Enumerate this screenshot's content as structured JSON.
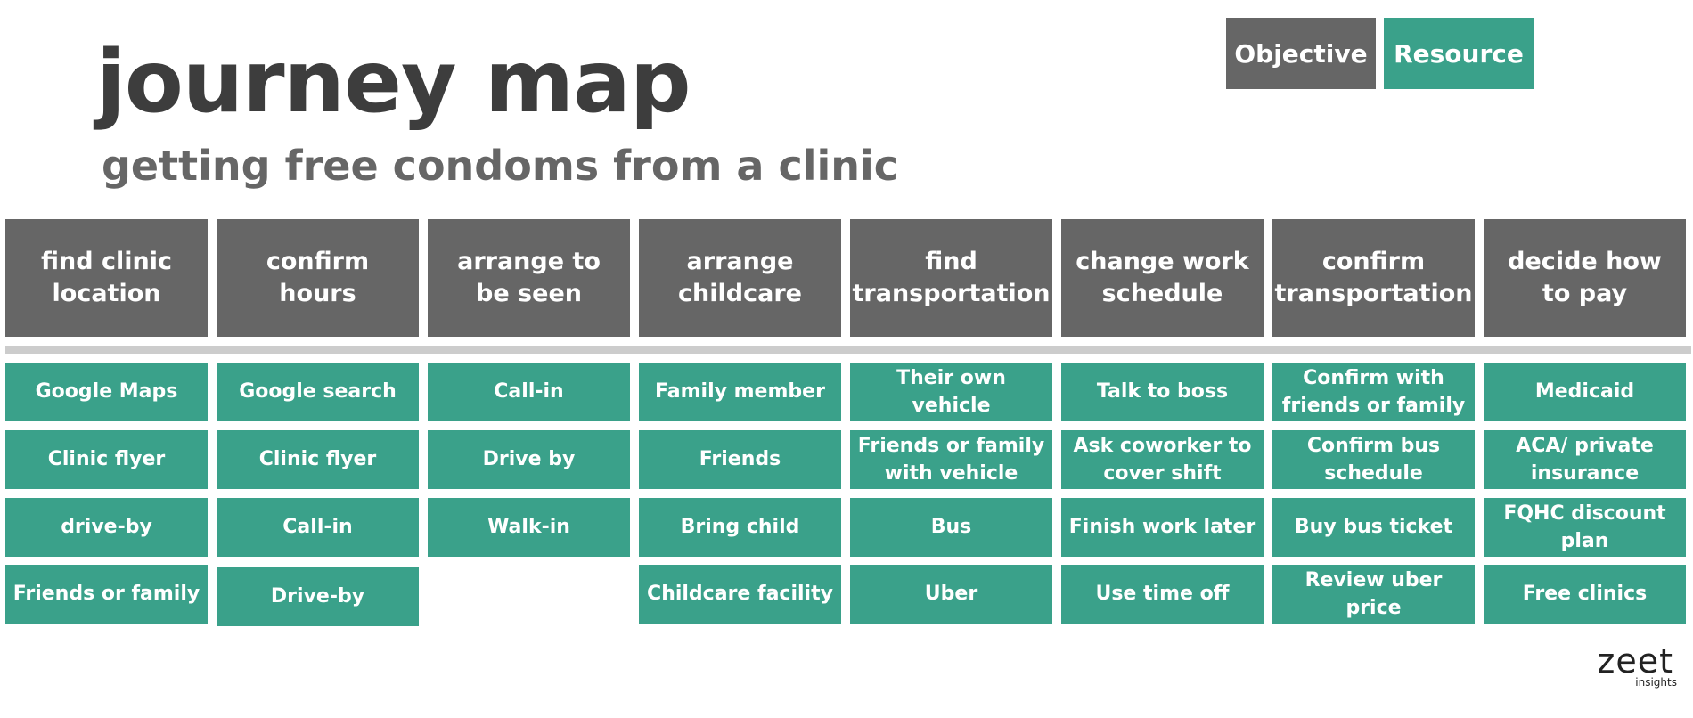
{
  "header": {
    "title": "journey map",
    "subtitle": "getting free condoms from a clinic"
  },
  "legend": {
    "objective_label": "Objective",
    "resource_label": "Resource",
    "objective_color": "#666666",
    "resource_color": "#3aa18a"
  },
  "stages": [
    {
      "label": "find clinic location",
      "resources": [
        "Google Maps",
        "Clinic flyer",
        "drive-by",
        "Friends or family"
      ]
    },
    {
      "label": "confirm hours",
      "resources": [
        "Google search",
        "Clinic flyer",
        "Call-in",
        "Drive-by"
      ]
    },
    {
      "label": "arrange to be seen",
      "resources": [
        "Call-in",
        "Drive by",
        "Walk-in"
      ]
    },
    {
      "label": "arrange childcare",
      "resources": [
        "Family member",
        "Friends",
        "Bring child",
        "Childcare facility"
      ]
    },
    {
      "label": "find transportation",
      "resources": [
        "Their own vehicle",
        "Friends or family with vehicle",
        "Bus",
        "Uber"
      ]
    },
    {
      "label": "change work schedule",
      "resources": [
        "Talk to boss",
        "Ask coworker to cover shift",
        "Finish work later",
        "Use time off"
      ]
    },
    {
      "label": "confirm transportation",
      "resources": [
        "Confirm with friends or family",
        "Confirm bus schedule",
        "Buy bus ticket",
        "Review uber price"
      ]
    },
    {
      "label": "decide how to pay",
      "resources": [
        "Medicaid",
        "ACA/ private insurance",
        "FQHC discount plan",
        "Free clinics"
      ]
    }
  ],
  "logo": {
    "word": "zeet",
    "sub": "insights"
  }
}
